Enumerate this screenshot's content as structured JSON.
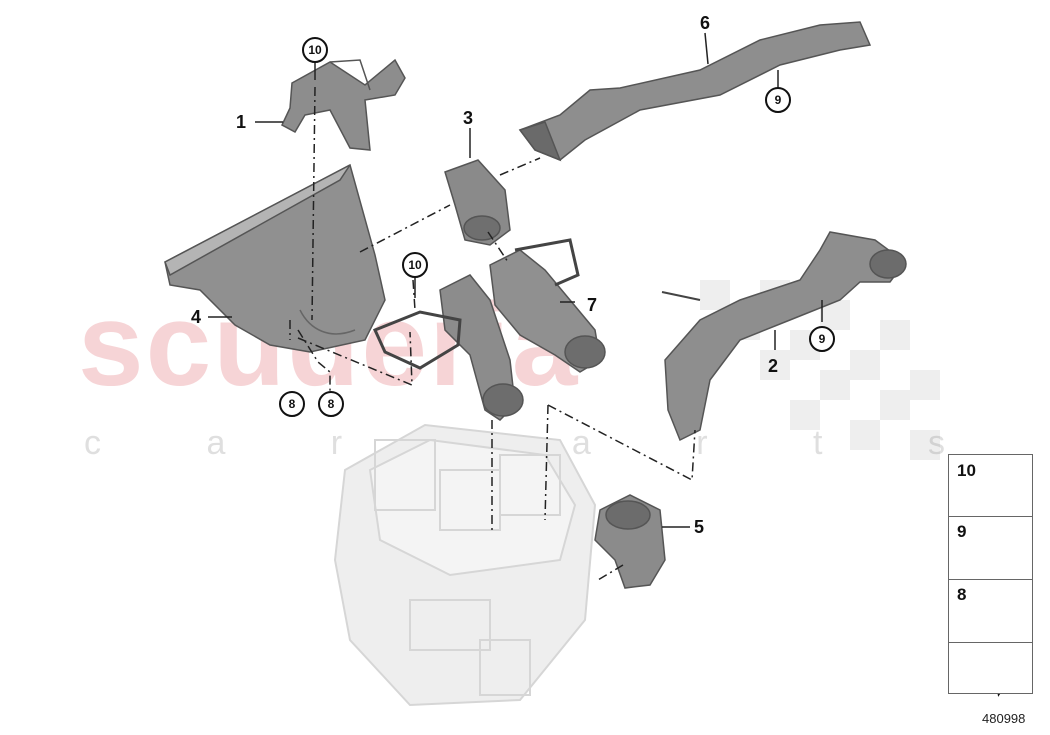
{
  "watermark": {
    "brand": "scuderia",
    "sub": "c a r p a r t s"
  },
  "callouts": {
    "c1": "1",
    "c2": "2",
    "c3": "3",
    "c4": "4",
    "c5": "5",
    "c6": "6",
    "c7": "7",
    "circ_10a": "10",
    "circ_10b": "10",
    "circ_9a": "9",
    "circ_9b": "9",
    "circ_8a": "8",
    "circ_8b": "8"
  },
  "key_panel": {
    "k10": "10",
    "k9": "9",
    "k8": "8"
  },
  "diagram_number": "480998",
  "colors": {
    "part_gray": "#8a8a8a",
    "ghost_gray": "#e2e2e2",
    "watermark_red": "#e27880"
  }
}
